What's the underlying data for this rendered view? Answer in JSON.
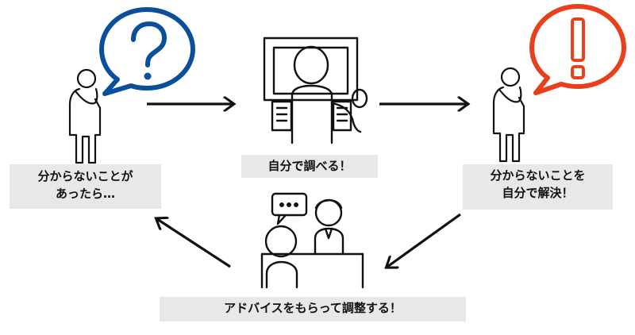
{
  "colors": {
    "question_bubble": "#0a4f9c",
    "exclamation_bubble": "#e8401c",
    "label_bg": "#e8e8e8",
    "stroke": "#111111"
  },
  "icons": {
    "question": "question-mark-icon",
    "exclamation": "exclamation-mark-icon",
    "thinking_person_left": "thinking-person-icon",
    "computer_user": "computer-user-icon",
    "thinking_person_right": "thinking-person-icon",
    "consultation": "consultation-icon",
    "chat": "speech-bubble-dots-icon"
  },
  "steps": {
    "question": {
      "lines": [
        "分からないことが",
        "あったら…"
      ]
    },
    "research": {
      "lines": [
        "自分で調べる！"
      ]
    },
    "solve": {
      "lines": [
        "分からないことを",
        "自分で解決！"
      ]
    },
    "advice": {
      "lines": [
        "アドバイスをもらって調整する！"
      ]
    }
  }
}
